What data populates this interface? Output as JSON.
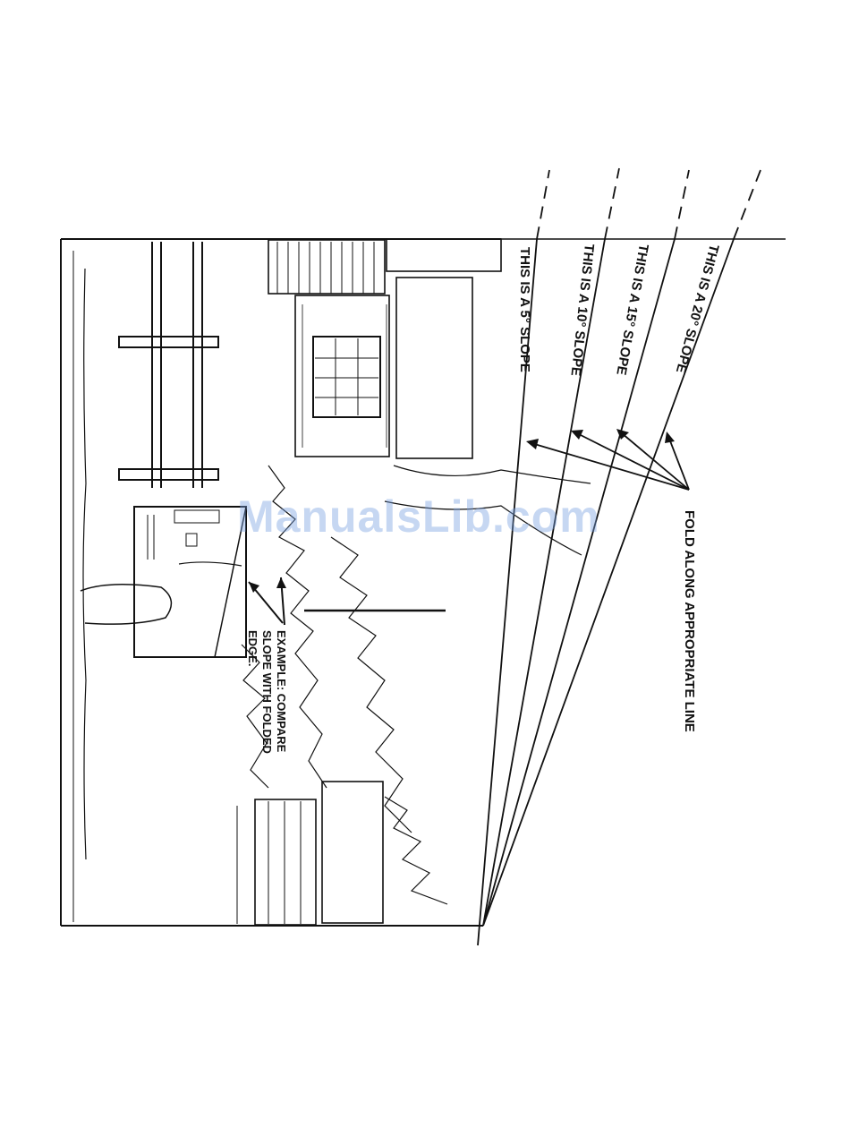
{
  "slope_labels": {
    "s5": "THIS IS A 5° SLOPE",
    "s10": "THIS IS A 10° SLOPE",
    "s15": "THIS IS A 15° SLOPE",
    "s20": "THIS IS A 20° SLOPE"
  },
  "fold_instruction": "FOLD ALONG APPROPRIATE LINE",
  "example_caption": {
    "line1": "EXAMPLE: COMPARE",
    "line2": "SLOPE WITH FOLDED",
    "line3": "EDGE."
  },
  "watermark": "ManualsLib.com",
  "colors": {
    "ink": "#111111",
    "watermark": "#78a0e1"
  }
}
